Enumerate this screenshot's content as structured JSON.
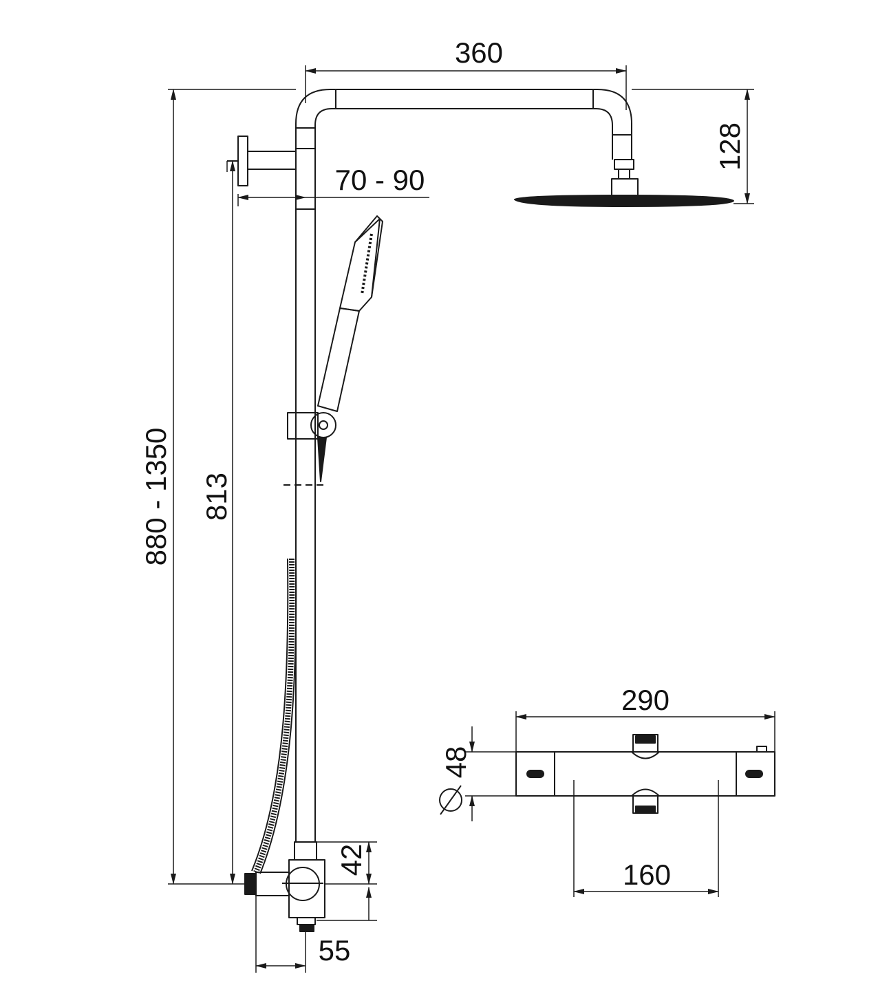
{
  "colors": {
    "line": "#1a1a1a",
    "background": "#ffffff"
  },
  "dimensions": {
    "arm_length": "360",
    "head_drop": "128",
    "wall_offset": "70 - 90",
    "total_height": "880 - 1350",
    "bar_height": "813",
    "mixer_height": "42",
    "mixer_depth": "55",
    "thermostat_width": "290",
    "thermostat_diameter": "48",
    "thermostat_centres": "160"
  }
}
